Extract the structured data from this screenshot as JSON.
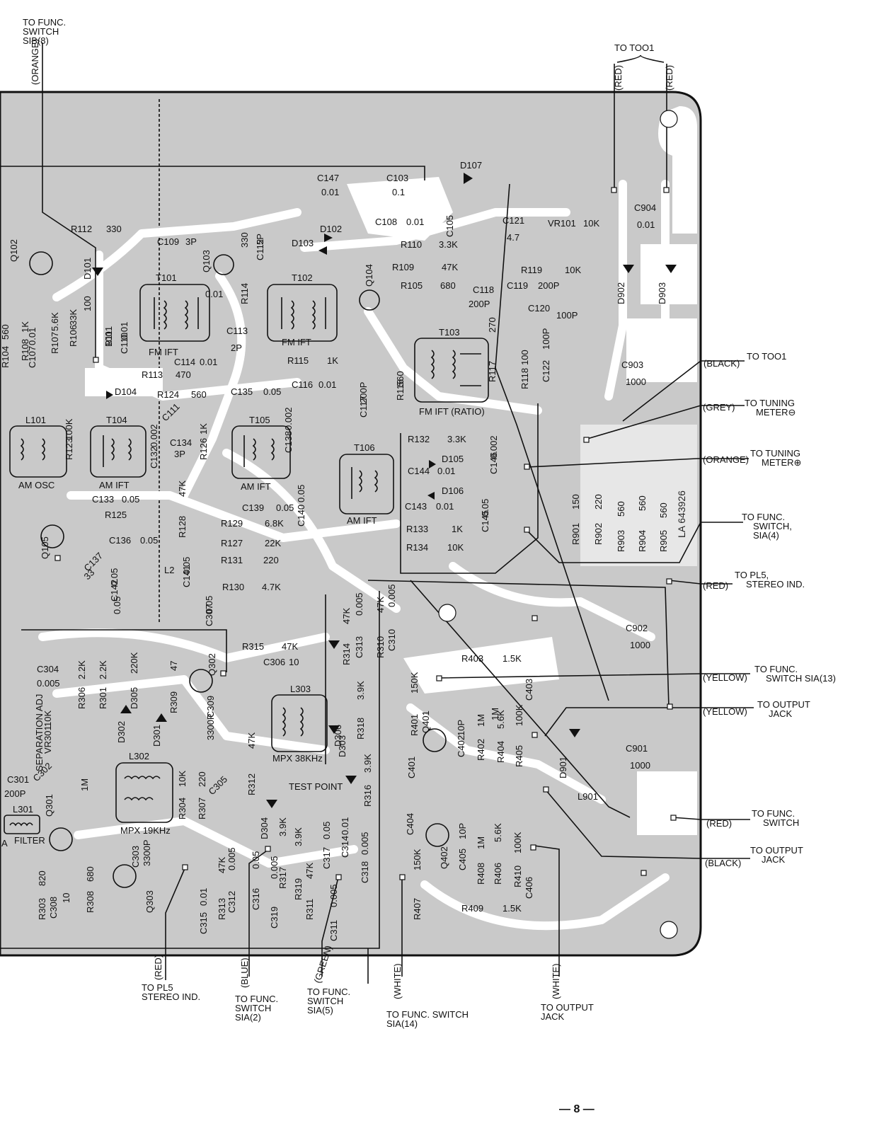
{
  "page": {
    "number": "— 8 —",
    "board_code": "LA 643926",
    "test_point": "TEST POINT"
  },
  "modules": [
    {
      "key": "t101",
      "title": "T101",
      "caption": "FM IFT"
    },
    {
      "key": "t102",
      "title": "T102",
      "caption": "FM IFT"
    },
    {
      "key": "t103",
      "title": "T103",
      "caption": "FM IFT (RATIO)"
    },
    {
      "key": "t104",
      "title": "T104",
      "caption": "AM IFT"
    },
    {
      "key": "t105",
      "title": "T105",
      "caption": "AM IFT"
    },
    {
      "key": "t106",
      "title": "T106",
      "caption": "AM IFT"
    },
    {
      "key": "l101",
      "title": "L101",
      "caption": "AM OSC"
    },
    {
      "key": "l302",
      "title": "L302",
      "caption": "MPX 19KHz"
    },
    {
      "key": "l303",
      "title": "L303",
      "caption": "MPX 38KHz"
    },
    {
      "key": "l301",
      "title": "L301",
      "caption": "FILTER"
    }
  ],
  "parts": [
    {
      "ref": "R112",
      "value": "330"
    },
    {
      "ref": "C109",
      "value": "3P"
    },
    {
      "ref": "D101",
      "value": ""
    },
    {
      "ref": "R111",
      "value": "100"
    },
    {
      "ref": "C110",
      "value": "0.01"
    },
    {
      "ref": "R106",
      "value": "33K"
    },
    {
      "ref": "R107",
      "value": "5.6K"
    },
    {
      "ref": "C107",
      "value": "0.01"
    },
    {
      "ref": "R108",
      "value": "1K"
    },
    {
      "ref": "R104",
      "value": "560"
    },
    {
      "ref": "Q102",
      "value": ""
    },
    {
      "ref": "C147",
      "value": "0.01"
    },
    {
      "ref": "C103",
      "value": "0.1"
    },
    {
      "ref": "D107",
      "value": ""
    },
    {
      "ref": "C108",
      "value": "0.01"
    },
    {
      "ref": "C105",
      "value": ""
    },
    {
      "ref": "C121",
      "value": "4.7"
    },
    {
      "ref": "VR101",
      "value": "10K"
    },
    {
      "ref": "D102",
      "value": ""
    },
    {
      "ref": "D103",
      "value": ""
    },
    {
      "ref": "R110",
      "value": "3.3K"
    },
    {
      "ref": "R109",
      "value": "47K"
    },
    {
      "ref": "R105",
      "value": "680"
    },
    {
      "ref": "R119",
      "value": "10K"
    },
    {
      "ref": "C118",
      "value": "200P"
    },
    {
      "ref": "C119",
      "value": "200P"
    },
    {
      "ref": "C120",
      "value": "100P"
    },
    {
      "ref": "Q103",
      "value": ""
    },
    {
      "ref": "R114",
      "value": "330"
    },
    {
      "ref": "C112",
      "value": "5P"
    },
    {
      "ref": "Q104",
      "value": ""
    },
    {
      "ref": "C113",
      "value": "2P"
    },
    {
      "ref": "C114",
      "value": "0.01"
    },
    {
      "ref": "R113",
      "value": "470"
    },
    {
      "ref": "R115",
      "value": "1K"
    },
    {
      "ref": "C116",
      "value": "0.01"
    },
    {
      "ref": "C117",
      "value": "200P"
    },
    {
      "ref": "R116",
      "value": "560"
    },
    {
      "ref": "R117",
      "value": "270"
    },
    {
      "ref": "R118",
      "value": "100"
    },
    {
      "ref": "C122",
      "value": "100P"
    },
    {
      "ref": "D104",
      "value": ""
    },
    {
      "ref": "R124",
      "value": "560"
    },
    {
      "ref": "C135",
      "value": "0.05"
    },
    {
      "ref": "C111",
      "value": ""
    },
    {
      "ref": "C132",
      "value": "0.002"
    },
    {
      "ref": "C134",
      "value": "3P"
    },
    {
      "ref": "R123",
      "value": "100K"
    },
    {
      "ref": "R126",
      "value": "1K"
    },
    {
      "ref": "C138",
      "value": "0.002"
    },
    {
      "ref": "R132",
      "value": "3.3K"
    },
    {
      "ref": "D105",
      "value": ""
    },
    {
      "ref": "C144",
      "value": "0.01"
    },
    {
      "ref": "D106",
      "value": ""
    },
    {
      "ref": "C143",
      "value": "0.01"
    },
    {
      "ref": "C146",
      "value": "0.002"
    },
    {
      "ref": "R133",
      "value": "1K"
    },
    {
      "ref": "R134",
      "value": "10K"
    },
    {
      "ref": "C145",
      "value": "0.05"
    },
    {
      "ref": "C133",
      "value": "0.05"
    },
    {
      "ref": "R125",
      "value": ""
    },
    {
      "ref": "C136",
      "value": "0.05"
    },
    {
      "ref": "C137",
      "value": "33"
    },
    {
      "ref": "R128",
      "value": "47K"
    },
    {
      "ref": "C139",
      "value": "0.05"
    },
    {
      "ref": "R129",
      "value": "6.8K"
    },
    {
      "ref": "C140",
      "value": "0.05"
    },
    {
      "ref": "R127",
      "value": "22K"
    },
    {
      "ref": "R131",
      "value": "220"
    },
    {
      "ref": "C141",
      "value": "0.05"
    },
    {
      "ref": "C142",
      "value": "0.05"
    },
    {
      "ref": "R130",
      "value": "4.7K"
    },
    {
      "ref": "L2",
      "value": ""
    },
    {
      "ref": "Q105",
      "value": ""
    },
    {
      "ref": "C904",
      "value": "0.01"
    },
    {
      "ref": "D902",
      "value": ""
    },
    {
      "ref": "D903",
      "value": ""
    },
    {
      "ref": "C903",
      "value": "1000"
    },
    {
      "ref": "R901",
      "value": "150"
    },
    {
      "ref": "R902",
      "value": "220"
    },
    {
      "ref": "R903",
      "value": "560"
    },
    {
      "ref": "R904",
      "value": "560"
    },
    {
      "ref": "R905",
      "value": "560"
    },
    {
      "ref": "C902",
      "value": "1000"
    },
    {
      "ref": "C901",
      "value": "1000"
    },
    {
      "ref": "D901",
      "value": ""
    },
    {
      "ref": "L901",
      "value": ""
    },
    {
      "ref": "C304",
      "value": "0.005"
    },
    {
      "ref": "R306",
      "value": "2.2K"
    },
    {
      "ref": "R301",
      "value": "2.2K"
    },
    {
      "ref": "D305",
      "value": "220K"
    },
    {
      "ref": "R309",
      "value": "47"
    },
    {
      "ref": "Q302",
      "value": ""
    },
    {
      "ref": "C307",
      "value": "0.05"
    },
    {
      "ref": "R315",
      "value": "47K"
    },
    {
      "ref": "C306",
      "value": "10"
    },
    {
      "ref": "C309",
      "value": "3300P"
    },
    {
      "ref": "D302",
      "value": ""
    },
    {
      "ref": "D301",
      "value": ""
    },
    {
      "ref": "VR301",
      "value": "10K"
    },
    {
      "ref": "R314",
      "value": "47K"
    },
    {
      "ref": "C313",
      "value": "0.005"
    },
    {
      "ref": "R310",
      "value": "47K"
    },
    {
      "ref": "C310",
      "value": "0.005"
    },
    {
      "ref": "D306",
      "value": ""
    },
    {
      "ref": "R318",
      "value": "3.9K"
    },
    {
      "ref": "D303",
      "value": ""
    },
    {
      "ref": "R312",
      "value": "47K"
    },
    {
      "ref": "R304",
      "value": "10K"
    },
    {
      "ref": "R307",
      "value": "220"
    },
    {
      "ref": "C305",
      "value": ""
    },
    {
      "ref": "C302",
      "value": ""
    },
    {
      "ref": "C301",
      "value": "200P"
    },
    {
      "ref": "R303",
      "value": "820"
    },
    {
      "ref": "C308",
      "value": "10"
    },
    {
      "ref": "R308",
      "value": "680"
    },
    {
      "ref": "Q301",
      "value": ""
    },
    {
      "ref": "Q303",
      "value": ""
    },
    {
      "ref": "C303",
      "value": "3300P"
    },
    {
      "ref": "D304",
      "value": ""
    },
    {
      "ref": "R317",
      "value": "3.9K"
    },
    {
      "ref": "R319",
      "value": "3.9K"
    },
    {
      "ref": "R311",
      "value": "47K"
    },
    {
      "ref": "R313",
      "value": "47K"
    },
    {
      "ref": "C312",
      "value": "0.005"
    },
    {
      "ref": "C315",
      "value": "0.01"
    },
    {
      "ref": "C316",
      "value": "0.05"
    },
    {
      "ref": "C319",
      "value": "0.005"
    },
    {
      "ref": "C311",
      "value": "0.005"
    },
    {
      "ref": "C317",
      "value": "0.05"
    },
    {
      "ref": "C314",
      "value": "0.01"
    },
    {
      "ref": "R316",
      "value": "3.9K"
    },
    {
      "ref": "C318",
      "value": "0.005"
    },
    {
      "ref": "R403",
      "value": "1.5K"
    },
    {
      "ref": "R401",
      "value": "150K"
    },
    {
      "ref": "Q401",
      "value": ""
    },
    {
      "ref": "C402",
      "value": "10P"
    },
    {
      "ref": "R402",
      "value": "1M"
    },
    {
      "ref": "R404",
      "value": "5.6K"
    },
    {
      "ref": "R405",
      "value": "100K"
    },
    {
      "ref": "C403",
      "value": ""
    },
    {
      "ref": "C401",
      "value": ""
    },
    {
      "ref": "C404",
      "value": ""
    },
    {
      "ref": "Q402",
      "value": ""
    },
    {
      "ref": "C405",
      "value": "10P"
    },
    {
      "ref": "R408",
      "value": "1M"
    },
    {
      "ref": "R406",
      "value": "5.6K"
    },
    {
      "ref": "R410",
      "value": "100K"
    },
    {
      "ref": "C406",
      "value": ""
    },
    {
      "ref": "R407",
      "value": "150K"
    },
    {
      "ref": "R409",
      "value": "1.5K"
    }
  ],
  "extra_labels": [
    "SEPARATION ADJ",
    "1M",
    "1M",
    "A",
    "0.05",
    "0.01",
    "100"
  ],
  "connections": [
    {
      "key": "top_left",
      "lines": [
        "TO FUNC.",
        "SWITCH",
        "SIB(8)"
      ],
      "wire": "(ORANGE)"
    },
    {
      "key": "top_t001",
      "lines": [
        "TO TOO1"
      ],
      "wire": "(RED)",
      "wire2": "(RED)"
    },
    {
      "key": "r_t001",
      "lines": [
        "TO TOO1"
      ],
      "wire": "(BLACK)"
    },
    {
      "key": "r_meter_minus",
      "lines": [
        "TO TUNING",
        "METER⊖"
      ],
      "wire": "(GREY)"
    },
    {
      "key": "r_meter_plus",
      "lines": [
        "TO TUNING",
        "METER⊕"
      ],
      "wire": "(ORANGE)"
    },
    {
      "key": "r_sia4",
      "lines": [
        "TO FUNC.",
        "SWITCH,",
        "SIA(4)"
      ],
      "wire": ""
    },
    {
      "key": "r_pl5",
      "lines": [
        "TO PL5,",
        "STEREO IND."
      ],
      "wire": "(RED)"
    },
    {
      "key": "r_sia13",
      "lines": [
        "TO FUNC.",
        "SWITCH SIA(13)"
      ],
      "wire": "(YELLOW)"
    },
    {
      "key": "r_output1",
      "lines": [
        "TO OUTPUT",
        "JACK"
      ],
      "wire": "(YELLOW)"
    },
    {
      "key": "r_func",
      "lines": [
        "TO FUNC.",
        "SWITCH"
      ],
      "wire": "(RED)"
    },
    {
      "key": "r_output2",
      "lines": [
        "TO OUTPUT",
        "JACK"
      ],
      "wire": "(BLACK)"
    },
    {
      "key": "b_pl5",
      "lines": [
        "TO PL5",
        "STEREO IND."
      ],
      "wire": "(RED)"
    },
    {
      "key": "b_sia2",
      "lines": [
        "TO FUNC.",
        "SWITCH",
        "SIA(2)"
      ],
      "wire": "(BLUE)"
    },
    {
      "key": "b_sia5",
      "lines": [
        "TO FUNC.",
        "SWITCH",
        "SIA(5)"
      ],
      "wire": "(GREEN)"
    },
    {
      "key": "b_sia14",
      "lines": [
        "TO FUNC. SWITCH",
        "SIA(14)"
      ],
      "wire": "(WHITE)"
    },
    {
      "key": "b_output",
      "lines": [
        "TO OUTPUT",
        "JACK"
      ],
      "wire": "(WHITE)"
    }
  ]
}
